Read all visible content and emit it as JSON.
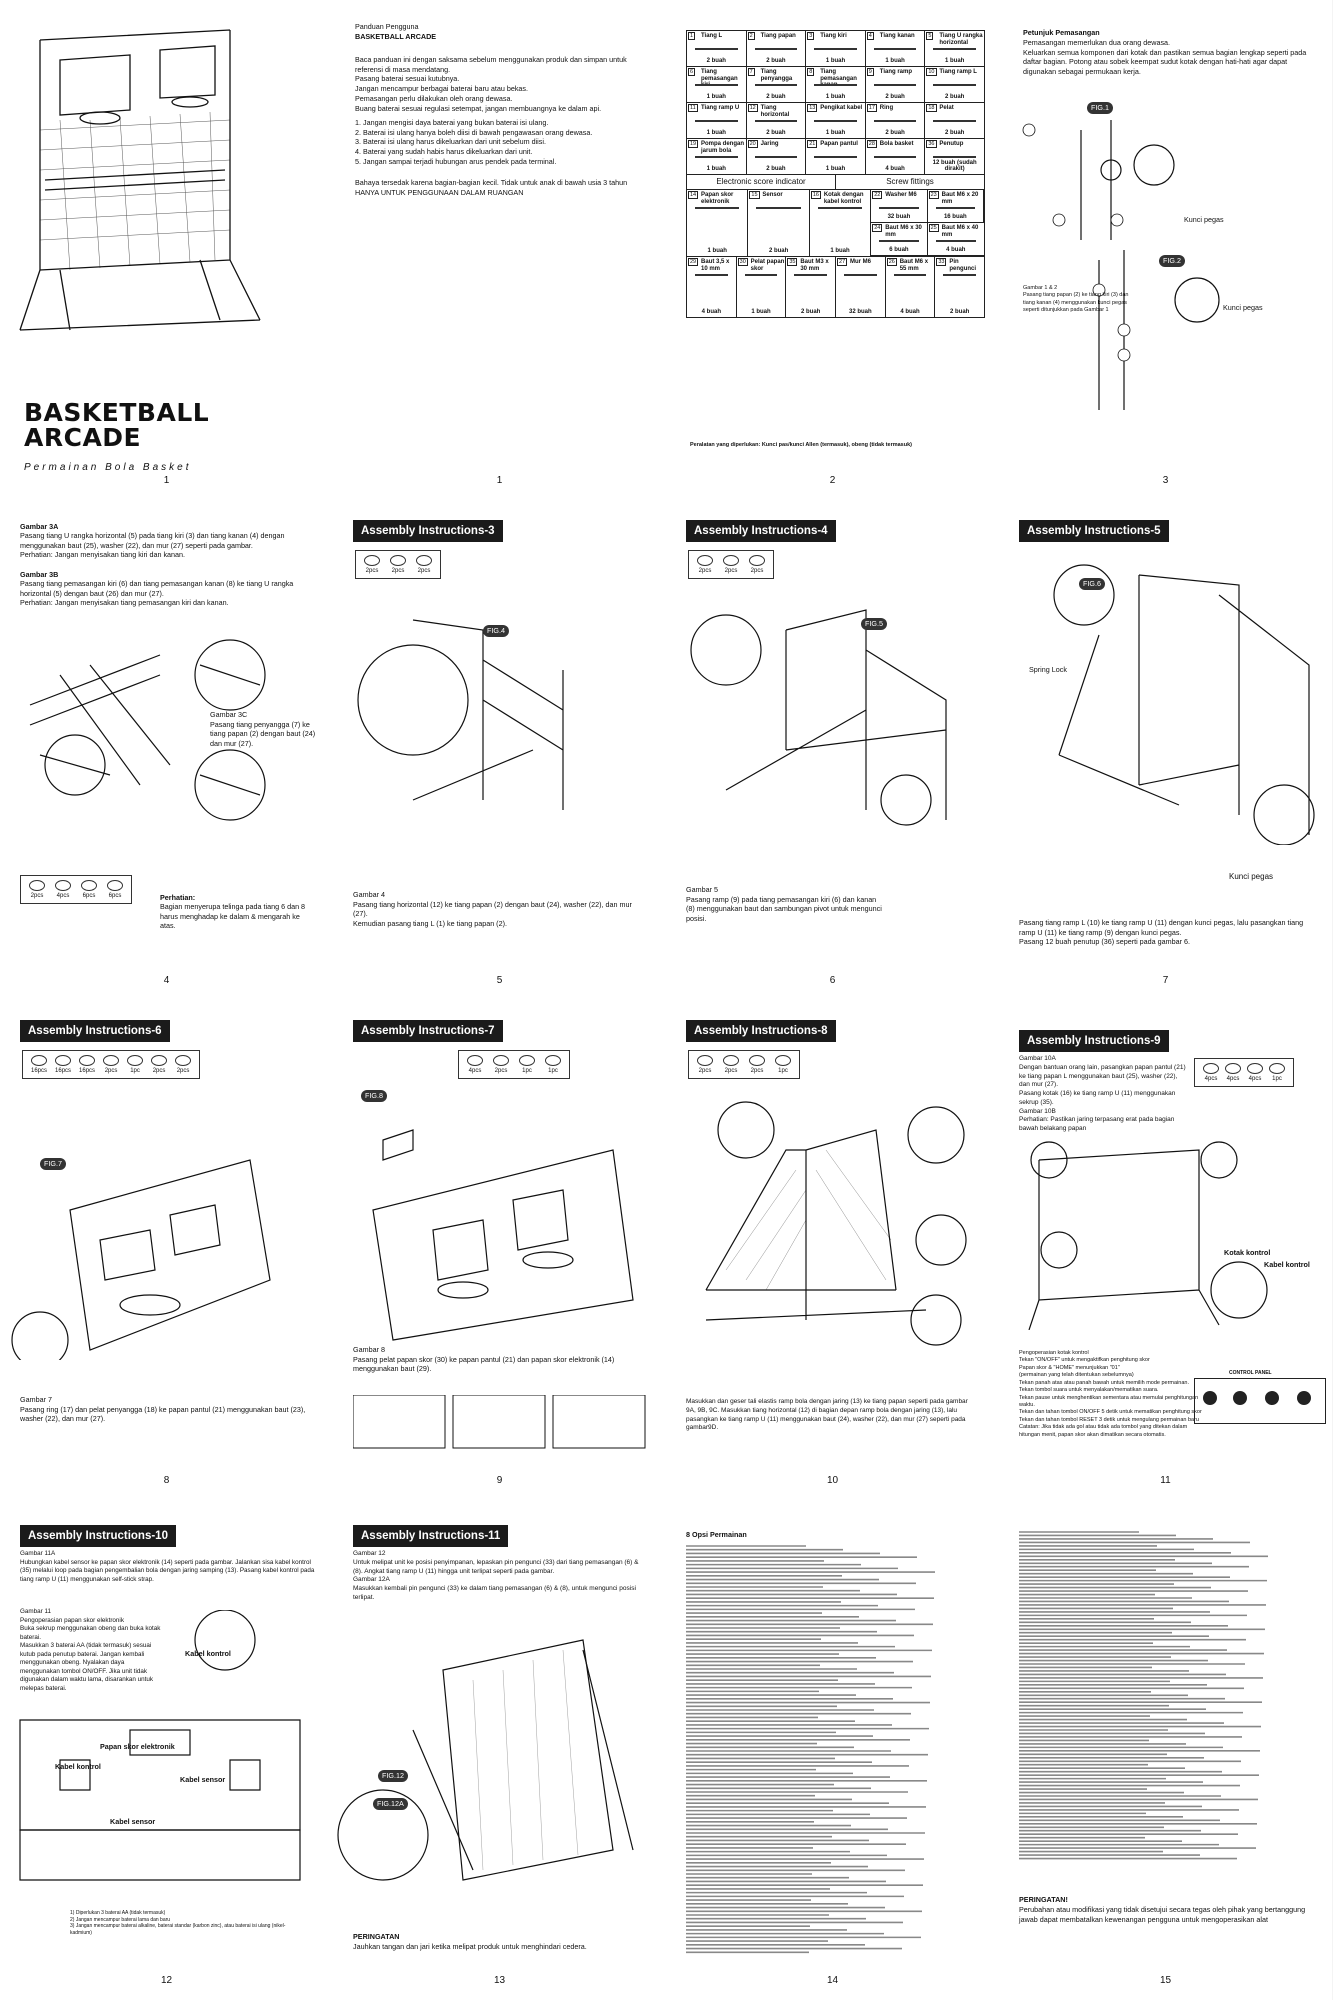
{
  "cover": {
    "title_line1": "BASKETBALL",
    "title_line2": "ARCADE",
    "subtitle": "Permainan Bola Basket",
    "page": "1"
  },
  "guide": {
    "heading": "Panduan Pengguna",
    "heading2": "BASKETBALL ARCADE",
    "body": "Baca panduan ini dengan saksama sebelum menggunakan produk dan simpan untuk referensi di masa mendatang.\nPasang baterai sesuai kutubnya.\nJangan mencampur berbagai baterai baru atau bekas.\nPemasangan perlu dilakukan oleh orang dewasa.\nBuang baterai sesuai regulasi setempat, jangan membuangnya ke dalam api.",
    "list": "1. Jangan mengisi daya baterai yang bukan baterai isi ulang.\n2. Baterai isi ulang hanya boleh diisi di bawah pengawasan orang dewasa.\n3. Baterai isi ulang harus dikeluarkan dari unit sebelum diisi.\n4. Baterai yang sudah habis harus dikeluarkan dari unit.\n5. Jangan sampai terjadi hubungan arus pendek pada terminal.",
    "warning": "Bahaya tersedak karena bagian-bagian kecil. Tidak untuk anak di bawah usia 3 tahun\nHANYA UNTUK PENGGUNAAN DALAM RUANGAN"
  },
  "parts": {
    "rows": [
      [
        [
          "1",
          "Tiang L",
          "2 buah"
        ],
        [
          "2",
          "Tiang papan",
          "2 buah"
        ],
        [
          "3",
          "Tiang kiri",
          "1 buah"
        ],
        [
          "4",
          "Tiang kanan",
          "1 buah"
        ],
        [
          "5",
          "Tiang U rangka horizontal",
          "1 buah"
        ]
      ],
      [
        [
          "6",
          "Tiang pemasangan kiri",
          "1 buah"
        ],
        [
          "7",
          "Tiang penyangga",
          "2 buah"
        ],
        [
          "8",
          "Tiang pemasangan kanan",
          "1 buah"
        ],
        [
          "9",
          "Tiang ramp",
          "2 buah"
        ],
        [
          "10",
          "Tiang ramp L",
          "2 buah"
        ]
      ],
      [
        [
          "11",
          "Tiang ramp U",
          "1 buah"
        ],
        [
          "12",
          "Tiang horizontal",
          "2 buah"
        ],
        [
          "13",
          "Pengikat kabel",
          "1 buah"
        ],
        [
          "17",
          "Ring",
          "2 buah"
        ],
        [
          "18",
          "Pelat",
          "2 buah"
        ]
      ],
      [
        [
          "19",
          "Pompa dengan jarum bola",
          "1 buah"
        ],
        [
          "20",
          "Jaring",
          "2 buah"
        ],
        [
          "21",
          "Papan pantul",
          "1 buah"
        ],
        [
          "28",
          "Bola basket",
          "4 buah"
        ],
        [
          "36",
          "Penutup",
          "12 buah (sudah dirakit)"
        ]
      ]
    ],
    "electronic_head": "Electronic score indicator",
    "screw_head": "Screw fittings",
    "elec": [
      [
        "14",
        "Papan skor elektronik",
        "1 buah"
      ],
      [
        "15",
        "Sensor",
        "2 buah"
      ],
      [
        "16",
        "Kotak dengan kabel kontrol",
        "1 buah"
      ]
    ],
    "screws": [
      [
        "22",
        "Washer M6",
        "32 buah"
      ],
      [
        "23",
        "Baut M6 x 20 mm",
        "16 buah"
      ],
      [
        "24",
        "Baut M6 x 30 mm",
        "6 buah"
      ],
      [
        "25",
        "Baut M6 x 40 mm",
        "4 buah"
      ]
    ],
    "row_last": [
      [
        "29",
        "Baut 3,5 x 10 mm",
        "4 buah"
      ],
      [
        "30",
        "Pelat papan skor",
        "1 buah"
      ],
      [
        "35",
        "Baut M3 x 30 mm",
        "2 buah"
      ],
      [
        "27",
        "Mur M6",
        "32 buah"
      ],
      [
        "26",
        "Baut M6 x 55 mm",
        "4 buah"
      ],
      [
        "33",
        "Pin pengunci",
        "2 buah"
      ]
    ],
    "footer": "Peralatan yang diperlukan: Kunci pas/kunci Allen (termasuk), obeng (tidak termasuk)",
    "page": "2"
  },
  "p3": {
    "heading": "Petunjuk Pemasangan",
    "body": "Pemasangan memerlukan dua orang dewasa.\nKeluarkan semua komponen dari kotak dan pastikan semua bagian lengkap seperti pada daftar bagian. Potong atau sobek keempat sudut kotak dengan hati-hati agar dapat digunakan sebagai permukaan kerja.",
    "fig1": "FIG.1",
    "fig2": "FIG.2",
    "lock": "Kunci pegas",
    "caption": "Gambar 1 & 2\nPasang tiang papan (2) ke tiang kiri (3) dan tiang kanan (4) menggunakan kunci pegas seperti ditunjukkan pada Gambar 1",
    "page": "3"
  },
  "p4": {
    "a_title": "Gambar 3A",
    "a_text": "Pasang tiang U rangka horizontal (5) pada tiang kiri (3) dan tiang kanan (4) dengan menggunakan baut (25), washer (22), dan mur (27) seperti pada gambar.\nPerhatian: Jangan menyisakan tiang kiri dan kanan.",
    "b_title": "Gambar 3B",
    "b_text": "Pasang tiang pemasangan kiri (6) dan tiang pemasangan kanan (8) ke tiang U rangka horizontal (5) dengan baut (26) dan mur (27).\nPerhatian: Jangan menyisakan tiang pemasangan kiri dan kanan.",
    "c_text": "Gambar 3C\nPasang tiang penyangga (7) ke tiang papan (2) dengan baut (24) dan mur (27).",
    "note_title": "Perhatian:",
    "note": "Bagian menyerupa telinga pada tiang 6 dan 8 harus menghadap ke dalam & mengarah ke atas.",
    "qty": [
      "2pcs",
      "4pcs",
      "6pcs",
      "6pcs"
    ],
    "page": "4"
  },
  "p5": {
    "header": "Assembly Instructions-3",
    "fig": "FIG.4",
    "qty": [
      "2pcs",
      "2pcs",
      "2pcs"
    ],
    "caption": "Gambar 4\nPasang tiang horizontal (12) ke tiang papan (2) dengan baut (24), washer (22), dan mur (27).\nKemudian pasang tiang L (1) ke tiang papan (2).",
    "page": "5"
  },
  "p6": {
    "header": "Assembly Instructions-4",
    "fig": "FIG.5",
    "qty": [
      "2pcs",
      "2pcs",
      "2pcs"
    ],
    "caption": "Gambar 5\nPasang ramp (9) pada tiang pemasangan kiri (6) dan kanan (8) menggunakan baut dan sambungan pivot untuk mengunci posisi.",
    "page": "6"
  },
  "p7": {
    "header": "Assembly Instructions-5",
    "fig": "FIG.6",
    "lock": "Spring Lock",
    "kunci": "Kunci pegas",
    "caption": "Pasang tiang ramp L (10) ke tiang ramp U (11) dengan kunci pegas, lalu pasangkan tiang ramp U (11) ke tiang ramp (9) dengan kunci pegas.\nPasang 12 buah penutup (36) seperti pada gambar 6.",
    "page": "7"
  },
  "p8": {
    "header": "Assembly Instructions-6",
    "fig": "FIG.7",
    "qty": [
      "16pcs",
      "16pcs",
      "16pcs",
      "2pcs",
      "1pc",
      "2pcs",
      "2pcs"
    ],
    "caption": "Gambar 7\nPasang ring (17) dan pelat penyangga (18) ke papan pantul (21) menggunakan baut (23), washer (22), dan mur (27).",
    "page": "8"
  },
  "p9": {
    "header": "Assembly Instructions-7",
    "fig": "FIG.8",
    "qty": [
      "4pcs",
      "2pcs",
      "1pc",
      "1pc"
    ],
    "caption": "Gambar 8\nPasang pelat papan skor (30) ke papan pantul (21) dan papan skor elektronik (14) menggunakan baut (29).",
    "page": "9"
  },
  "p10": {
    "header": "Assembly Instructions-8",
    "qty": [
      "2pcs",
      "2pcs",
      "2pcs",
      "1pc"
    ],
    "caption": "Masukkan dan geser tali elastis ramp bola dengan jaring (13) ke tiang papan seperti pada gambar 9A, 9B, 9C. Masukkan tiang horizontal (12) di bagian depan ramp bola dengan jaring (13), lalu pasangkan ke tiang ramp U (11) menggunakan baut (24), washer (22), dan mur (27) seperti pada gambar9D.",
    "page": "10"
  },
  "p11": {
    "header": "Assembly Instructions-9",
    "text": "Gambar 10A\nDengan bantuan orang lain, pasangkan papan pantul (21) ke tiang papan L menggunakan baut (25), washer (22), dan mur (27).\nPasang kotak (16) ke tiang ramp U (11) menggunakan sekrup (35).\nGambar 10B\nPerhatian: Pastikan jaring terpasang erat pada bagian bawah belakang papan",
    "qty": [
      "4pcs",
      "4pcs",
      "4pcs",
      "1pc"
    ],
    "label1": "Kotak kontrol",
    "label2": "Kabel kontrol",
    "ops": "Pengoperasian kotak kontrol\nTekan \"ON/OFF\" untuk mengaktifkan penghitung skor\nPapan skor & \"HOME\" menunjukkan \"01\"\n(permainan yang telah ditentukan sebelumnya)\nTekan panah atas atau panah bawah untuk memilih mode permainan.\nTekan tombol suara untuk menyalakan/mematikan suara.\nTekan pause untuk menghentikan sementara atau memulai penghitungan waktu.\nTekan dan tahan tombol ON/OFF 5 detik untuk mematikan penghitung skor\nTekan dan tahan tombol RESET 3 detik untuk mengulang permainan baru\nCatatan: Jika tidak ada gol atau tidak ada tombol yang ditekan dalam hitungan menit, papan skor akan dimatikan secara otomatis.",
    "panel": "CONTROL PANEL",
    "page": "11"
  },
  "p12": {
    "header": "Assembly Instructions-10",
    "text": "Gambar 11A\nHubungkan kabel sensor ke papan skor elektronik (14) seperti pada gambar. Jalankan sisa kabel kontrol (35) melalui loop pada bagian pengembalian bola dengan jaring samping (13). Pasang kabel kontrol pada tiang ramp U (11) menggunakan self-stick strap.",
    "text2": "Gambar 11\nPengoperasian papan skor elektronik\nBuka sekrup menggunakan obeng dan buka kotak baterai.\nMasukkan 3 baterai AA (tidak termasuk) sesuai kutub pada penutup baterai. Jangan kembali menggunakan obeng. Nyalakan daya menggunakan tombol ON/OFF. Jika unit tidak digunakan dalam waktu lama, disarankan untuk melepas baterai.",
    "l1": "Kabel kontrol",
    "l2": "Papan skor elektronik",
    "l3": "Kabel sensor",
    "notes": "1) Diperlukan 3 baterai AA (tidak termasuk)\n2) Jangan mencampur baterai lama dan baru\n3) Jangan mencampur baterai alkaline, baterai standar (karbon zinc), atau baterai isi ulang (nikel-kadmium)",
    "page": "12"
  },
  "p13": {
    "header": "Assembly Instructions-11",
    "text": "Gambar 12\nUntuk melipat unit ke posisi penyimpanan, lepaskan pin pengunci (33) dari tiang pemasangan (6) & (8). Angkat tiang ramp U (11) hingga unit terlipat seperti pada gambar.\nGambar 12A\nMasukkan kembali pin pengunci (33) ke dalam tiang pemasangan (6) & (8), untuk mengunci posisi terlipat.",
    "fig": "FIG.12",
    "figa": "FIG.12A",
    "warn_t": "PERINGATAN",
    "warn": "Jauhkan tangan dan jari ketika melipat produk untuk menghindari cedera.",
    "page": "13"
  },
  "p14": {
    "heading": "8 Opsi Permainan",
    "page": "14"
  },
  "p15": {
    "warn_t": "PERINGATAN!",
    "warn": "Perubahan atau modifikasi yang tidak disetujui secara tegas oleh pihak yang bertanggung jawab dapat membatalkan kewenangan pengguna untuk mengoperasikan alat",
    "page": "15"
  }
}
